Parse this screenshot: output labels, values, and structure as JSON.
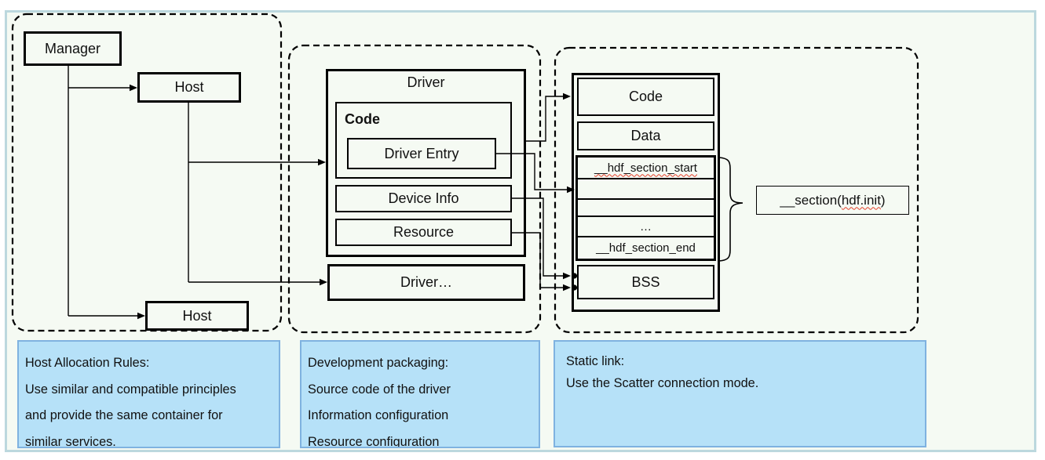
{
  "diagram": {
    "left_panel": {
      "manager_label": "Manager",
      "host_top_label": "Host",
      "host_bottom_label": "Host"
    },
    "middle_panel": {
      "driver_title": "Driver",
      "code_label": "Code",
      "driver_entry_label": "Driver Entry",
      "device_info_label": "Device Info",
      "resource_label": "Resource",
      "driver_more_label": "Driver…"
    },
    "right_panel": {
      "code_label": "Code",
      "data_label": "Data",
      "section_start_label": "__hdf_section_start",
      "ellipsis_row_label": "…",
      "section_end_label": "__hdf_section_end",
      "bss_label": "BSS",
      "section_annotation": {
        "prefix": "__section(",
        "arg": "hdf.init",
        "suffix": ")"
      }
    },
    "notes": [
      {
        "lines": [
          "Host Allocation Rules:",
          "Use similar and compatible principles",
          "and provide the same container for",
          "similar services."
        ]
      },
      {
        "lines": [
          "Development packaging:",
          "Source code of the driver",
          "Information configuration",
          "Resource configuration"
        ]
      },
      {
        "lines": [
          "Static link:",
          "Use the Scatter connection mode."
        ]
      }
    ],
    "colors": {
      "note_background": "#b6e1f8",
      "note_border": "#7fb2e0",
      "frame_border": "#bcd8de",
      "canvas_background": "#f5faf3",
      "line_color": "#000000",
      "spellcheck_squiggle": "#e5402a"
    }
  }
}
